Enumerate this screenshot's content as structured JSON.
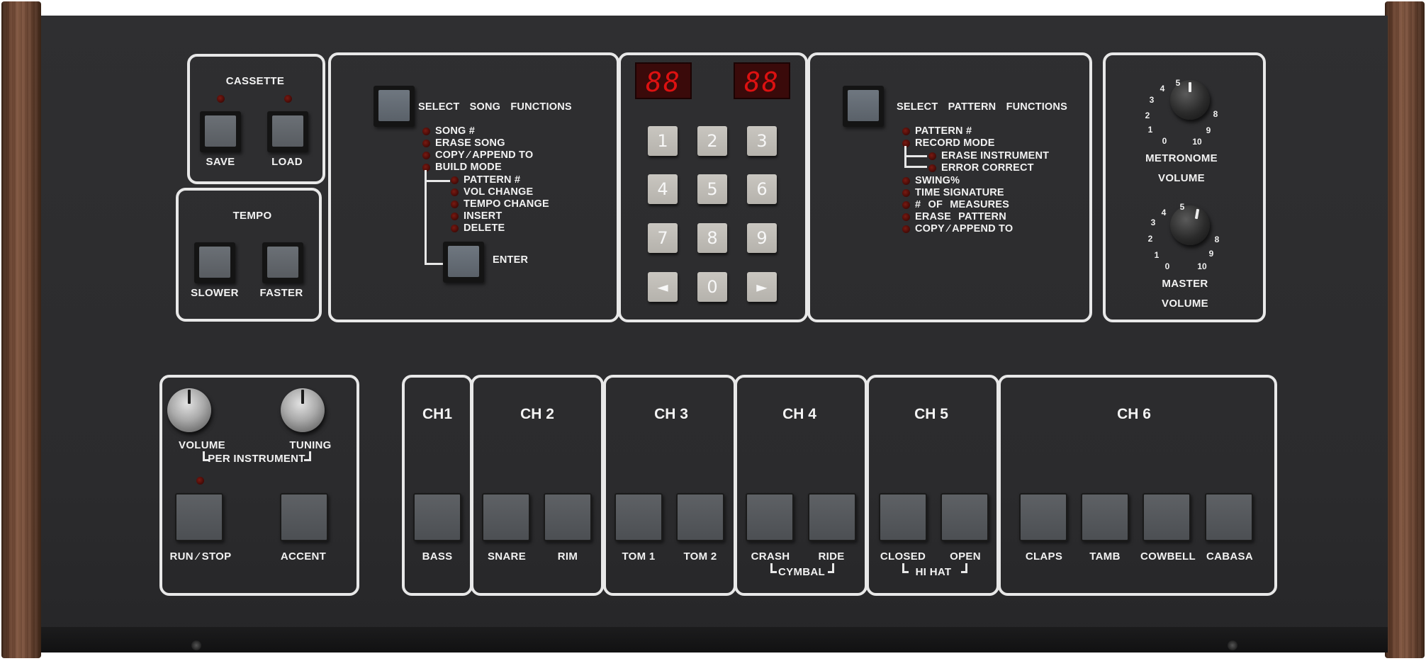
{
  "cassette": {
    "title": "CASSETTE",
    "save": "SAVE",
    "load": "LOAD"
  },
  "tempo": {
    "title": "TEMPO",
    "slower": "SLOWER",
    "faster": "FASTER"
  },
  "song": {
    "select_label": "SELECT SONG FUNCTIONS",
    "items": [
      "SONG #",
      "ERASE SONG",
      "COPY ⁄ APPEND TO",
      "BUILD MODE"
    ],
    "build_items": [
      "PATTERN #",
      "VOL CHANGE",
      "TEMPO CHANGE",
      "INSERT",
      "DELETE"
    ],
    "enter": "ENTER"
  },
  "displays": {
    "left": "88",
    "right": "88"
  },
  "keypad": {
    "keys": [
      "1",
      "2",
      "3",
      "4",
      "5",
      "6",
      "7",
      "8",
      "9",
      "◄",
      "0",
      "►"
    ]
  },
  "pattern": {
    "select_label": "SELECT PATTERN FUNCTIONS",
    "items_top": [
      "PATTERN #",
      "RECORD MODE"
    ],
    "record_items": [
      "ERASE INSTRUMENT",
      "ERROR CORRECT"
    ],
    "items_bottom": [
      "SWING%",
      "TIME SIGNATURE",
      "# OF MEASURES",
      "ERASE PATTERN",
      "COPY ⁄ APPEND TO"
    ]
  },
  "metronome": {
    "label1": "METRONOME",
    "label2": "VOLUME",
    "ticks": [
      "0",
      "1",
      "2",
      "3",
      "4",
      "5",
      "8",
      "9",
      "10"
    ]
  },
  "master": {
    "label1": "MASTER",
    "label2": "VOLUME",
    "ticks": [
      "0",
      "1",
      "2",
      "3",
      "4",
      "5",
      "8",
      "9",
      "10"
    ]
  },
  "per_instrument": {
    "volume": "VOLUME",
    "tuning": "TUNING",
    "caption": "PER INSTRUMENT",
    "run_stop": "RUN ⁄ STOP",
    "accent": "ACCENT"
  },
  "channels": [
    {
      "name": "CH1",
      "pads": [
        "BASS"
      ]
    },
    {
      "name": "CH 2",
      "pads": [
        "SNARE",
        "RIM"
      ]
    },
    {
      "name": "CH 3",
      "pads": [
        "TOM 1",
        "TOM 2"
      ]
    },
    {
      "name": "CH 4",
      "pads": [
        "CRASH",
        "RIDE"
      ],
      "group": "CYMBAL"
    },
    {
      "name": "CH 5",
      "pads": [
        "CLOSED",
        "OPEN"
      ],
      "group": "HI HAT"
    },
    {
      "name": "CH 6",
      "pads": [
        "CLAPS",
        "TAMB",
        "COWBELL",
        "CABASA"
      ]
    }
  ],
  "colors": {
    "panel": "#2d2d2f",
    "led_off": "#5a100a",
    "display_red": "#dd1111",
    "wood": "#6a4330"
  }
}
